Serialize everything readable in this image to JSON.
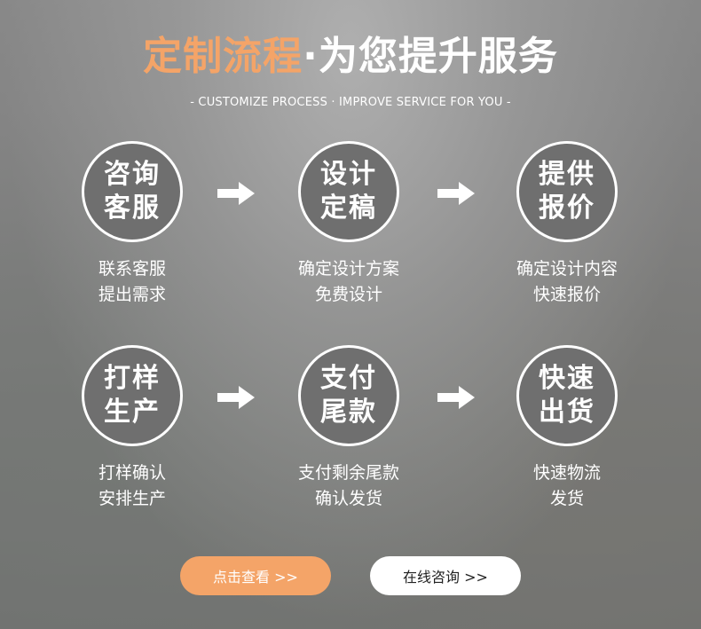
{
  "header": {
    "title_highlight": "定制流程",
    "title_rest": "·为您提升服务",
    "subtitle": "- CUSTOMIZE PROCESS · IMPROVE SERVICE FOR YOU -"
  },
  "steps": [
    {
      "circle_line1": "咨询",
      "circle_line2": "客服",
      "desc_line1": "联系客服",
      "desc_line2": "提出需求"
    },
    {
      "circle_line1": "设计",
      "circle_line2": "定稿",
      "desc_line1": "确定设计方案",
      "desc_line2": "免费设计"
    },
    {
      "circle_line1": "提供",
      "circle_line2": "报价",
      "desc_line1": "确定设计内容",
      "desc_line2": "快速报价"
    },
    {
      "circle_line1": "打样",
      "circle_line2": "生产",
      "desc_line1": "打样确认",
      "desc_line2": "安排生产"
    },
    {
      "circle_line1": "支付",
      "circle_line2": "尾款",
      "desc_line1": "支付剩余尾款",
      "desc_line2": "确认发货"
    },
    {
      "circle_line1": "快速",
      "circle_line2": "出货",
      "desc_line1": "快速物流",
      "desc_line2": "发货"
    }
  ],
  "icons": {
    "arrow": "arrow-right-icon"
  },
  "buttons": {
    "primary_label": "点击查看 >>",
    "secondary_label": "在线咨询 >>"
  },
  "colors": {
    "accent": "#f4a468",
    "circle_fill": "#6f6f6f",
    "text": "#ffffff"
  }
}
